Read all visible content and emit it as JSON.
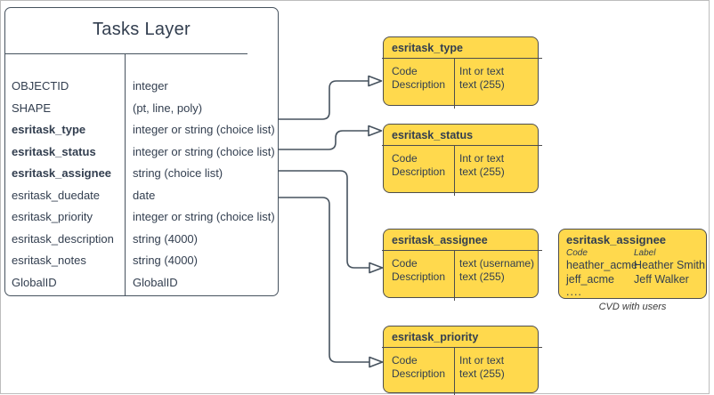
{
  "main_table": {
    "title": "Tasks Layer",
    "rows": [
      {
        "name": "OBJECTID",
        "type": "integer"
      },
      {
        "name": "SHAPE",
        "type": "(pt, line, poly)"
      },
      {
        "name": "esritask_type",
        "type": "integer or string (choice list)"
      },
      {
        "name": "esritask_status",
        "type": "integer or string (choice list)"
      },
      {
        "name": "esritask_assignee",
        "type": "string (choice list)"
      },
      {
        "name": "esritask_duedate",
        "type": "date"
      },
      {
        "name": "esritask_priority",
        "type": "integer or string (choice list)"
      },
      {
        "name": "esritask_description",
        "type": "string (4000)"
      },
      {
        "name": "esritask_notes",
        "type": "string (4000)"
      },
      {
        "name": "GlobalID",
        "type": "GlobalID"
      }
    ]
  },
  "domains": [
    {
      "title": "esritask_type",
      "left": [
        "Code",
        "Description"
      ],
      "right": [
        "Int or text",
        "text (255)"
      ]
    },
    {
      "title": "esritask_status",
      "left": [
        "Code",
        "Description"
      ],
      "right": [
        "Int or text",
        "text (255)"
      ]
    },
    {
      "title": "esritask_assignee",
      "left": [
        "Code",
        "Description"
      ],
      "right": [
        "text (username)",
        "text (255)"
      ]
    },
    {
      "title": "esritask_priority",
      "left": [
        "Code",
        "Description"
      ],
      "right": [
        "Int or text",
        "text (255)"
      ]
    }
  ],
  "cvd_box": {
    "title": "esritask_assignee",
    "col_headers": [
      "Code",
      "Label"
    ],
    "rows": [
      {
        "code": "heather_acme",
        "label": "Heather Smith"
      },
      {
        "code": "jeff_acme",
        "label": "Jeff Walker"
      }
    ],
    "more": "....",
    "caption": "CVD with users"
  },
  "colors": {
    "domain_fill": "#FFD94D",
    "domain_border": "#4D4D4D",
    "entity_border": "#46525E",
    "connector": "#46525E",
    "text": "#323E4F",
    "frame_border": "#BDBDBD"
  }
}
